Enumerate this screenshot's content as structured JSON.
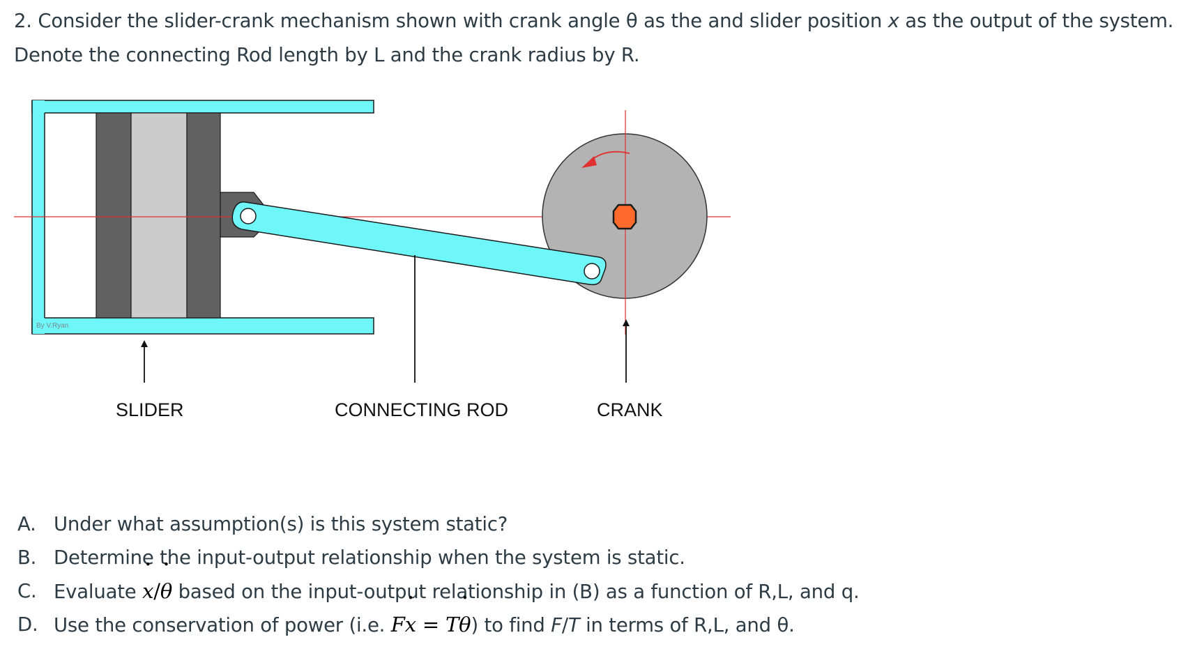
{
  "question": {
    "number": "2.",
    "line1_a": "Consider the slider-crank mechanism shown with crank angle",
    "theta": "θ",
    "line1_b": "as the and slider position",
    "x_var": "x",
    "line1_c": "as the output of the system.",
    "line2": "Denote the connecting Rod length by L and the crank radius by R."
  },
  "diagram": {
    "labels": {
      "slider": "SLIDER",
      "connecting_rod": "CONNECTING ROD",
      "crank": "CRANK"
    },
    "credit": "By V.Ryan",
    "colors": {
      "frame": "#6ef6f8",
      "piston_dark": "#616161",
      "piston_light": "#cccccc",
      "crank_disc": "#b3b3b3",
      "center_pin": "#ff6a2b",
      "axis_lines": "#e03030"
    }
  },
  "parts": [
    {
      "letter": "A.",
      "text": "Under what assumption(s) is this system static?"
    },
    {
      "letter": "B.",
      "text": "Determine the input-output relationship when the system is static."
    },
    {
      "letter": "C.",
      "pre": "Evaluate",
      "frac_num": "x",
      "frac_slash": "/",
      "frac_den": "θ",
      "post": "based on the input-output relationship in (B) as a function of R,L, and q."
    },
    {
      "letter": "D.",
      "pre": "Use the conservation of power (i.e.",
      "eq_F": "F",
      "eq_x": "x",
      "eq_eq": "=",
      "eq_T": "T",
      "eq_theta": "θ",
      "post_a": ") to find",
      "post_F": "F",
      "post_slash": "/",
      "post_T": "T",
      "post_b": "in terms of R,L, and",
      "post_theta": "θ",
      "post_end": "."
    }
  ]
}
